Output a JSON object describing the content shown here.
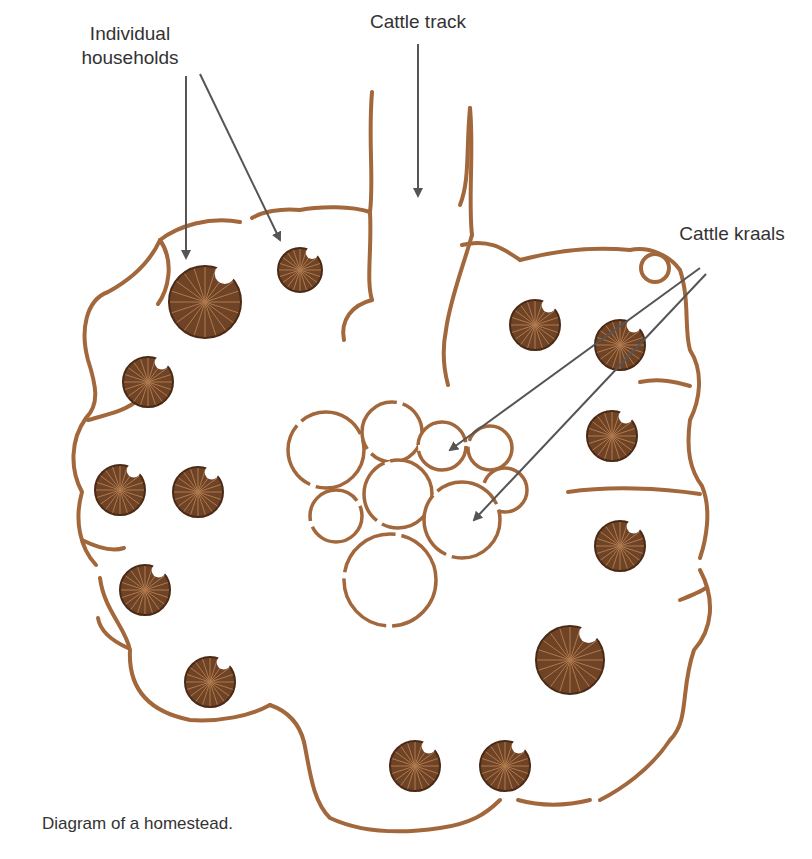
{
  "diagram": {
    "caption": "Diagram of a homestead.",
    "labels": [
      "Individual households",
      "Cattle track",
      "Cattle kraals"
    ]
  }
}
